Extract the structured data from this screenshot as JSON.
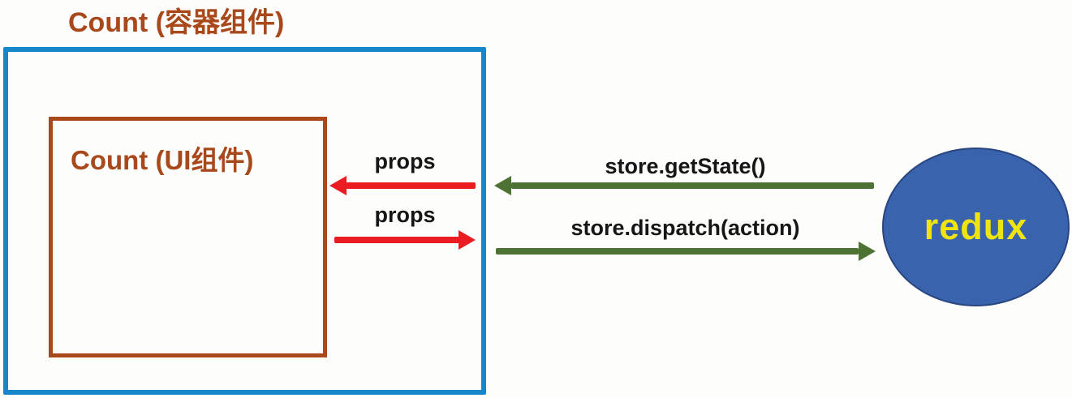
{
  "colors": {
    "outer-border": "#1787c9",
    "brown": "#a9491b",
    "red": "#ea1c22",
    "green": "#4d7233",
    "ellipse-fill": "#3a63ad",
    "ellipse-text": "#f0e312",
    "label-text": "#161616",
    "background": "#fdfdfb"
  },
  "diagram": {
    "title": "Count (容器组件)",
    "container_component": {
      "border_color_name": "blue"
    },
    "ui_component": {
      "label": "Count (UI组件)"
    },
    "arrows": {
      "props_in": {
        "label": "props",
        "direction": "left",
        "color": "red"
      },
      "props_out": {
        "label": "props",
        "direction": "right",
        "color": "red"
      },
      "get_state": {
        "label": "store.getState()",
        "direction": "left",
        "color": "green"
      },
      "dispatch": {
        "label": "store.dispatch(action)",
        "direction": "right",
        "color": "green"
      }
    },
    "store": {
      "label": "redux"
    }
  }
}
